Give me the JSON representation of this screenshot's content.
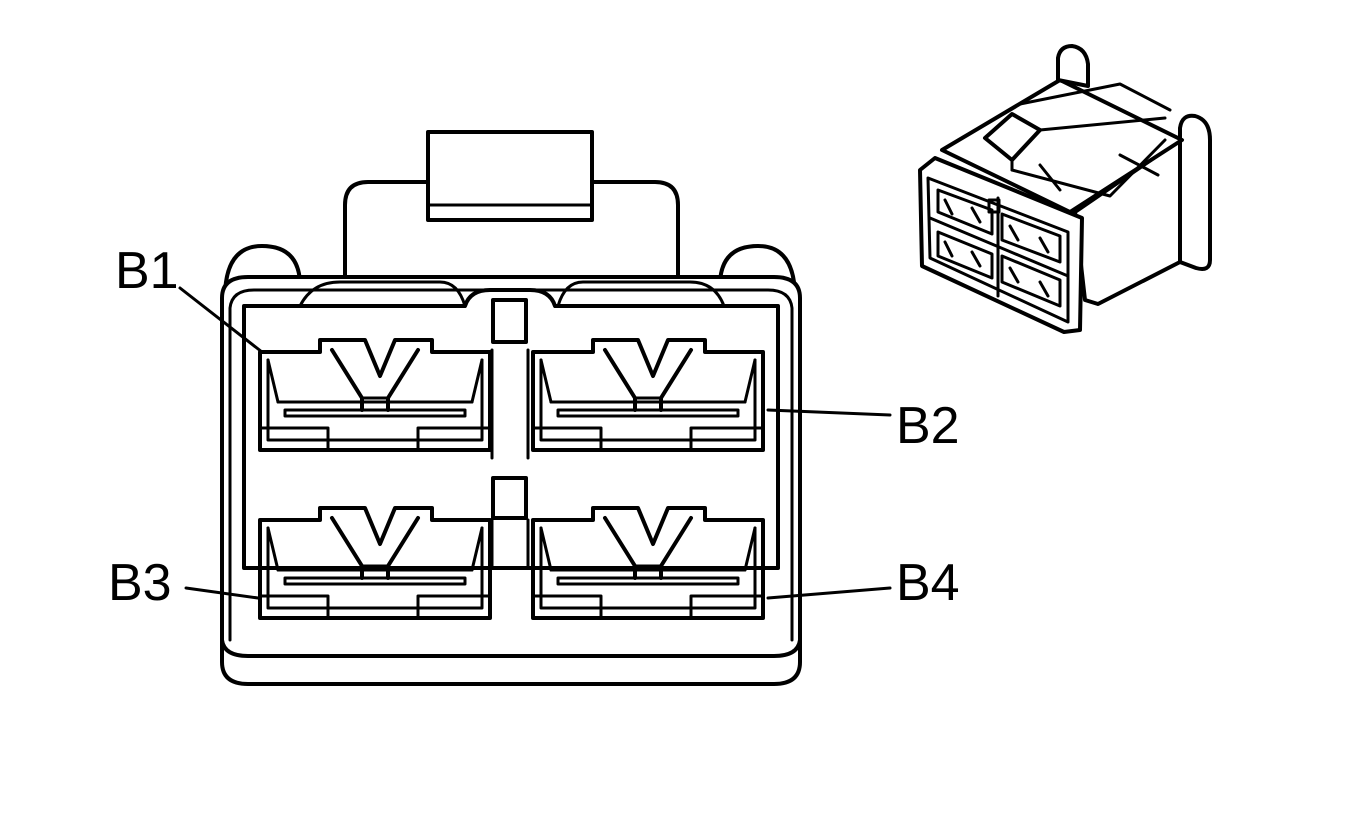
{
  "connector": {
    "pins": [
      {
        "id": "b1",
        "label": "B1"
      },
      {
        "id": "b2",
        "label": "B2"
      },
      {
        "id": "b3",
        "label": "B3"
      },
      {
        "id": "b4",
        "label": "B4"
      }
    ]
  },
  "colors": {
    "line": "#000000",
    "background": "#ffffff"
  }
}
